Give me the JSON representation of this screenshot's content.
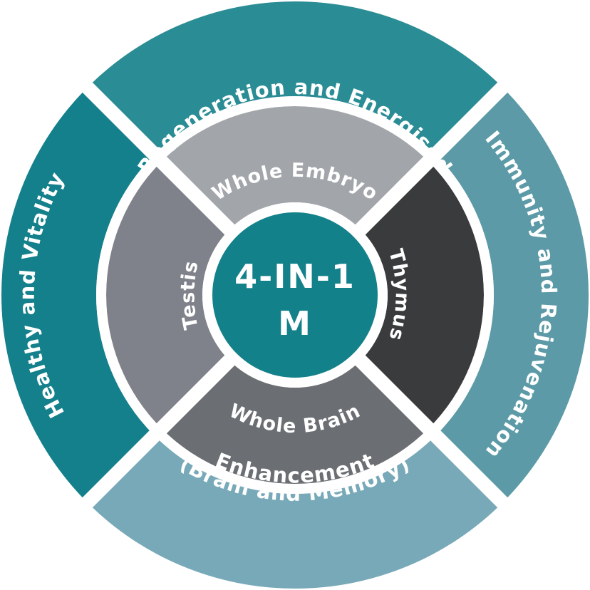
{
  "center": {
    "line1": "4-IN-1",
    "line2": "M",
    "color": "#13818a"
  },
  "outer_ring": [
    {
      "label": "Regeneration and Energised",
      "color": "#2a8c94"
    },
    {
      "label": "Immunity and Rejuvenation",
      "color": "#5b9aa6"
    },
    {
      "label": "Enhancement",
      "color": "#78a9b8"
    },
    {
      "label": "(Brain and Memory)",
      "color": "#78a9b8"
    },
    {
      "label": "Healthy and Vitality",
      "color": "#13808b"
    }
  ],
  "inner_ring": [
    {
      "label": "Whole Embryo",
      "color": "#a2a6ab"
    },
    {
      "label": "Thymus",
      "color": "#3a3b3d"
    },
    {
      "label": "Whole Brain",
      "color": "#6b6e73"
    },
    {
      "label": "Testis",
      "color": "#7f828a"
    }
  ]
}
